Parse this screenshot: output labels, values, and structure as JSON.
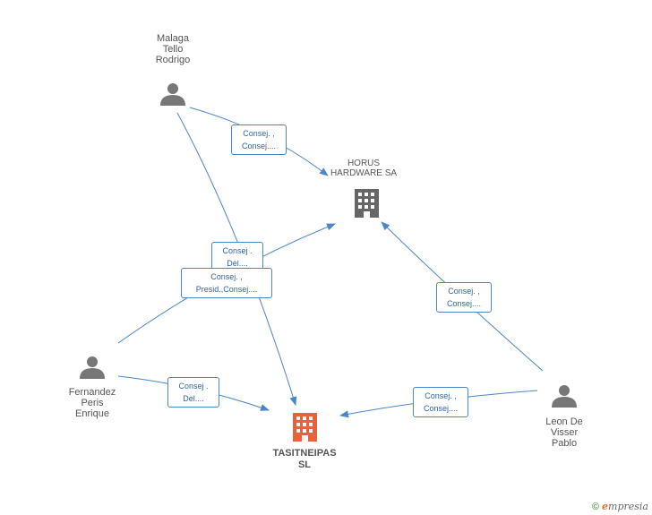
{
  "nodes": {
    "malaga": {
      "label": "Malaga\nTello\nRodrigo"
    },
    "horus": {
      "label": "HORUS\nHARDWARE SA"
    },
    "fernandez": {
      "label": "Fernandez\nPeris\nEnrique"
    },
    "leon": {
      "label": "Leon De\nVisser\nPablo"
    },
    "tasitneipas": {
      "label": "TASITNEIPAS\nSL"
    }
  },
  "edges": {
    "malaga_horus": {
      "line1": "Consej. ,",
      "line2": "Consej...."
    },
    "malaga_tasit": {
      "line1": "Consej .",
      "line2": "Del...."
    },
    "fernandez_horus": {
      "line1": "Consej. ,",
      "line2": "Presid.,Consej...."
    },
    "fernandez_tasit": {
      "line1": "Consej .",
      "line2": "Del...."
    },
    "leon_horus": {
      "line1": "Consej. ,",
      "line2": "Consej...."
    },
    "leon_tasit": {
      "line1": "Consej. ,",
      "line2": "Consej...."
    }
  },
  "footer": {
    "copyright": "©",
    "brand_e": "e",
    "brand_rest": "mpresia"
  },
  "colors": {
    "edge": "#4a86c8",
    "person": "#777777",
    "company": "#666666",
    "target": "#e8623a"
  }
}
